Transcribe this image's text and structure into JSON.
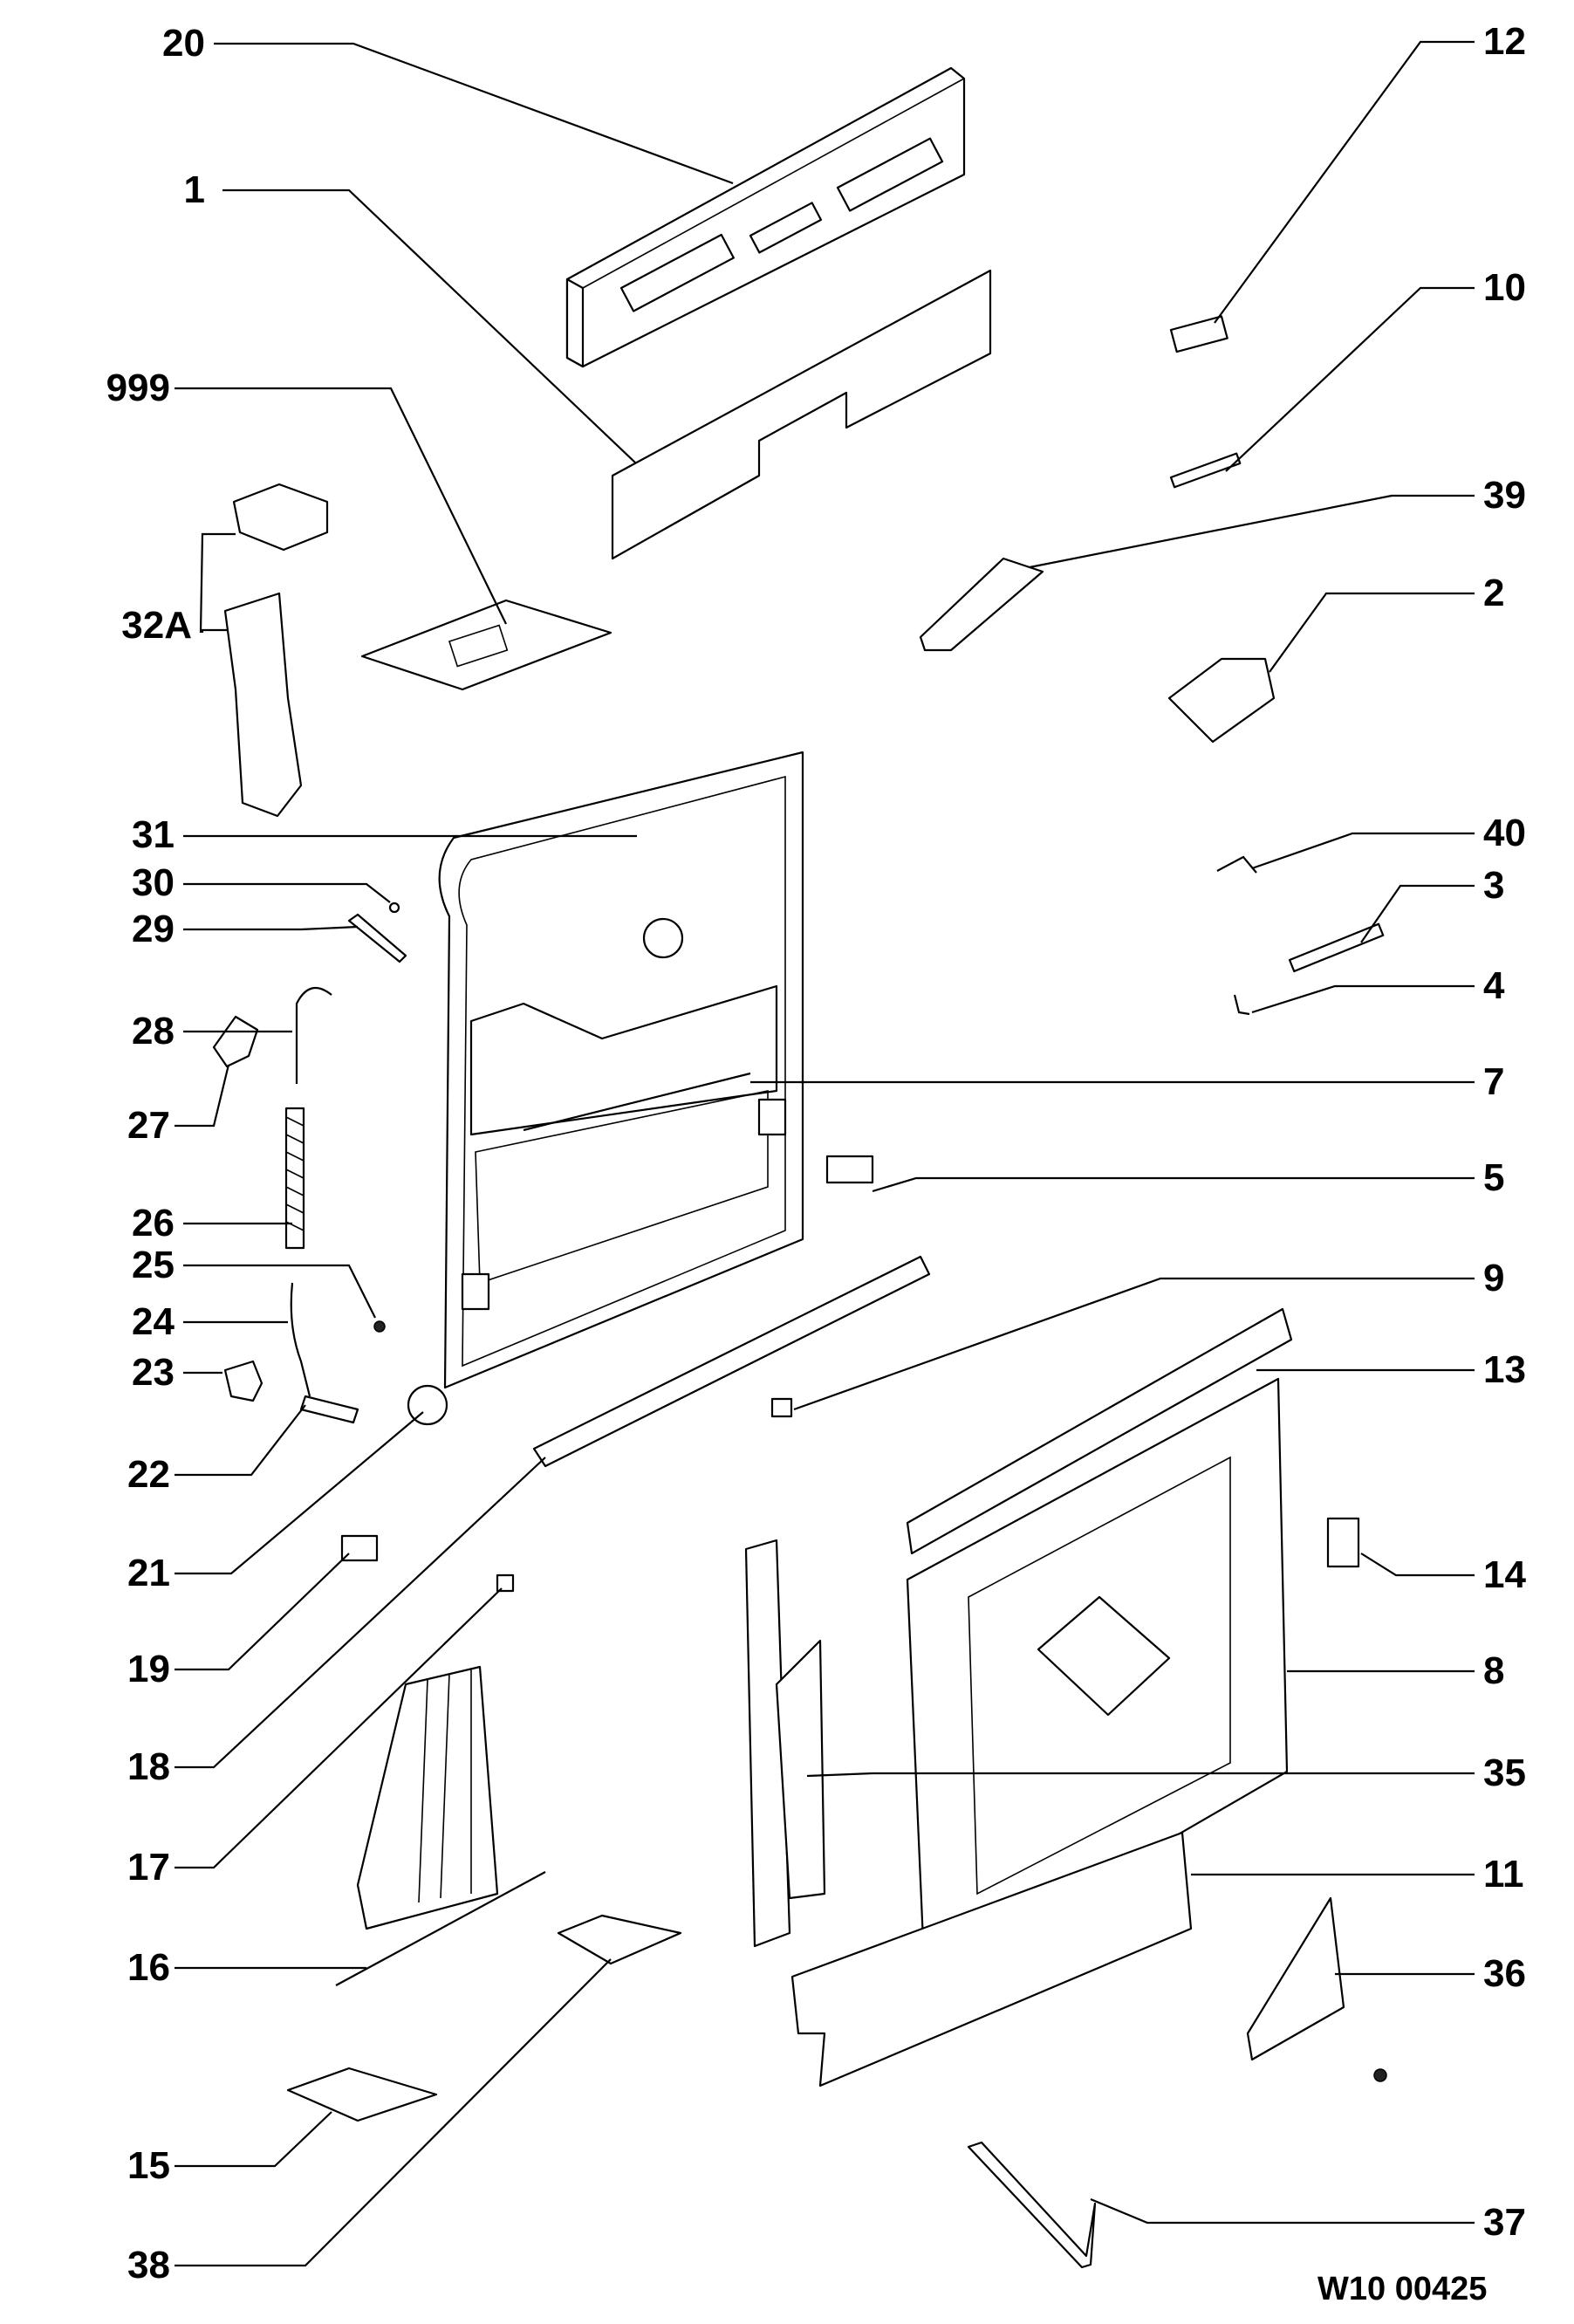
{
  "diagram": {
    "document_code": "W10 00425",
    "callouts": [
      {
        "id": "20",
        "side": "left"
      },
      {
        "id": "1",
        "side": "left"
      },
      {
        "id": "999",
        "side": "left"
      },
      {
        "id": "32A",
        "side": "left"
      },
      {
        "id": "31",
        "side": "left"
      },
      {
        "id": "30",
        "side": "left"
      },
      {
        "id": "29",
        "side": "left"
      },
      {
        "id": "28",
        "side": "left"
      },
      {
        "id": "27",
        "side": "left"
      },
      {
        "id": "26",
        "side": "left"
      },
      {
        "id": "25",
        "side": "left"
      },
      {
        "id": "24",
        "side": "left"
      },
      {
        "id": "23",
        "side": "left"
      },
      {
        "id": "22",
        "side": "left"
      },
      {
        "id": "21",
        "side": "left"
      },
      {
        "id": "19",
        "side": "left"
      },
      {
        "id": "18",
        "side": "left"
      },
      {
        "id": "17",
        "side": "left"
      },
      {
        "id": "16",
        "side": "left"
      },
      {
        "id": "15",
        "side": "left"
      },
      {
        "id": "38",
        "side": "left"
      },
      {
        "id": "12",
        "side": "right"
      },
      {
        "id": "10",
        "side": "right"
      },
      {
        "id": "39",
        "side": "right"
      },
      {
        "id": "2",
        "side": "right"
      },
      {
        "id": "40",
        "side": "right"
      },
      {
        "id": "3",
        "side": "right"
      },
      {
        "id": "4",
        "side": "right"
      },
      {
        "id": "7",
        "side": "right"
      },
      {
        "id": "5",
        "side": "right"
      },
      {
        "id": "9",
        "side": "right"
      },
      {
        "id": "13",
        "side": "right"
      },
      {
        "id": "14",
        "side": "right"
      },
      {
        "id": "8",
        "side": "right"
      },
      {
        "id": "35",
        "side": "right"
      },
      {
        "id": "11",
        "side": "right"
      },
      {
        "id": "36",
        "side": "right"
      },
      {
        "id": "37",
        "side": "right"
      }
    ]
  }
}
